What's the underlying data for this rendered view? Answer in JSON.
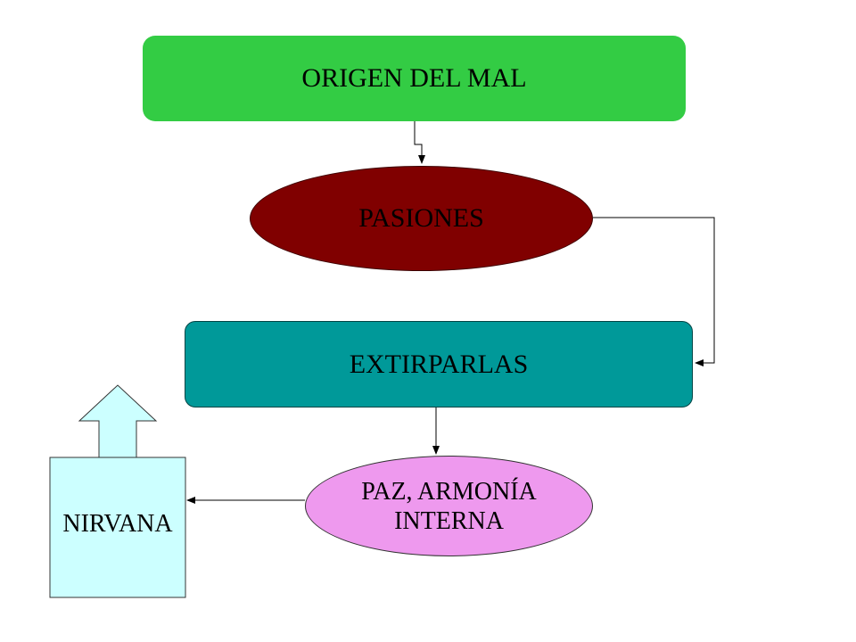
{
  "nodes": {
    "origen": "ORIGEN DEL MAL",
    "pasiones": "PASIONES",
    "extirpar": "EXTIRPARLAS",
    "paz_line1": "PAZ, ARMONÍA",
    "paz_line2": "INTERNA",
    "nirvana": "NIRVANA"
  },
  "colors": {
    "origen": "#33cc44",
    "pasiones": "#800000",
    "extirpar": "#009999",
    "paz": "#ee99ee",
    "nirvana": "#ccffff"
  }
}
